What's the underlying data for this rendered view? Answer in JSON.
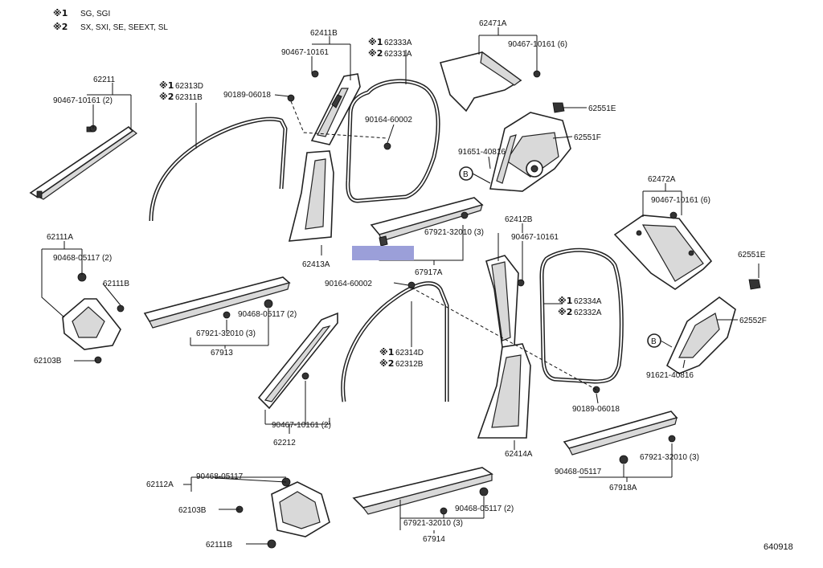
{
  "legend": [
    {
      "mark": "※1",
      "text": "SG, SGI"
    },
    {
      "mark": "※2",
      "text": "SX, SXI, SE, SEEXT, SL"
    }
  ],
  "labels": {
    "l62211": "62211",
    "l90467_10161_2a": "90467-10161 (2)",
    "l62313D": "62313D",
    "l62311B": "62311B",
    "l90189_06018a": "90189-06018",
    "l62411B": "62411B",
    "l90467_10161a": "90467-10161",
    "l62333A": "62333A",
    "l62331A": "62331A",
    "l90164_60002a": "90164-60002",
    "l62471A": "62471A",
    "l90467_10161_6a": "90467-10161 (6)",
    "l62551Ea": "62551E",
    "l62551F": "62551F",
    "l91651_40816": "91651-40816",
    "lBa": "B",
    "l62472A": "62472A",
    "l90467_10161_6b": "90467-10161 (6)",
    "l62412B": "62412B",
    "l90467_10161b": "90467-10161",
    "l67921_32010_3a": "67921-32010 (3)",
    "l67917A": "67917A",
    "l62413A": "62413A",
    "l62111A": "62111A",
    "l90468_05117_2a": "90468-05117 (2)",
    "l62111Ba": "62111B",
    "l62103Ba": "62103B",
    "l90468_05117_2b": "90468-05117 (2)",
    "l67921_32010_3b": "67921-32010 (3)",
    "l67913": "67913",
    "l90164_60002b": "90164-60002",
    "l62314D": "62314D",
    "l62312B": "62312B",
    "l62334A": "62334A",
    "l62332A": "62332A",
    "l62551Eb": "62551E",
    "l62552F": "62552F",
    "lBb": "B",
    "l91621_40816": "91621-40816",
    "l90189_06018b": "90189-06018",
    "l90467_10161_2b": "90467-10161 (2)",
    "l62212": "62212",
    "l62414A": "62414A",
    "l67921_32010_3c": "67921-32010 (3)",
    "l90468_05117a": "90468-05117",
    "l67918A": "67918A",
    "l62112A": "62112A",
    "l90468_05117b": "90468-05117",
    "l62103Bb": "62103B",
    "l62111Bb": "62111B",
    "l90468_05117_2c": "90468-05117 (2)",
    "l67921_32010_3d": "67921-32010 (3)",
    "l67914": "67914",
    "diagram_code": "640918"
  },
  "marks": {
    "m1": "※1",
    "m2": "※2"
  },
  "highlight_color": "#9b9fd9"
}
